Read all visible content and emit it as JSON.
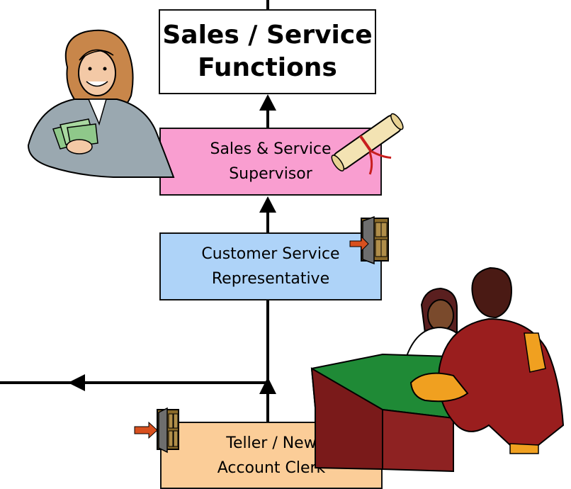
{
  "title_box": {
    "line1": "Sales / Service",
    "line2": "Functions"
  },
  "supervisor_box": {
    "line1": "Sales & Service",
    "line2": "Supervisor",
    "color": "#f99ed0"
  },
  "csr_box": {
    "line1": "Customer Service",
    "line2": "Representative",
    "color": "#aed3f8"
  },
  "teller_box": {
    "line1": "Teller / New",
    "line2": "Account Clerk",
    "color": "#fbcd98"
  },
  "icons": [
    "woman-with-money-clipart",
    "diploma-scroll-icon",
    "door-icon",
    "meeting-at-desk-clipart"
  ]
}
